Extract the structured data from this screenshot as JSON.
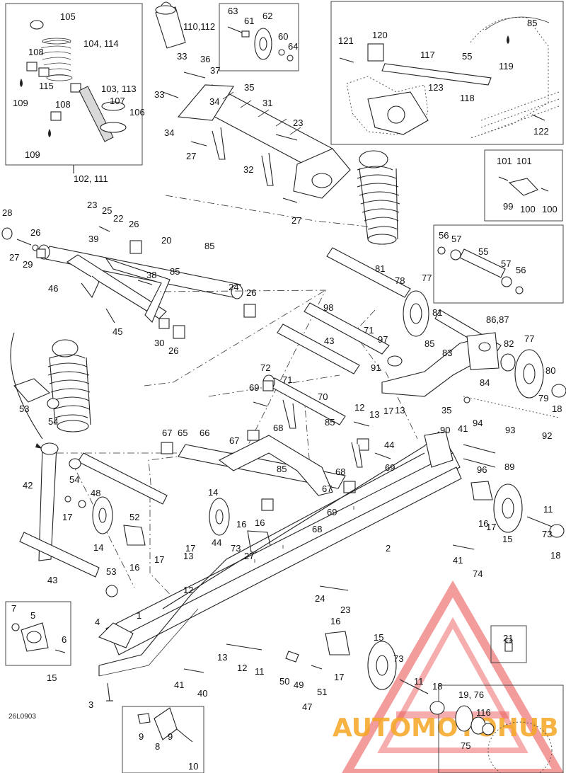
{
  "diagram_code": "26L0903",
  "watermark": {
    "text": "AUTOMOTOHUB",
    "color_red": "#e84a4a",
    "color_orange": "#f5a623"
  },
  "callouts": {
    "top_left_box": [
      "105",
      "104, 114",
      "108",
      "115",
      "109",
      "103, 113",
      "107",
      "106",
      "108",
      "109"
    ],
    "top_left_caption": "102, 111",
    "top_center": [
      "110,112",
      "63",
      "61",
      "62",
      "60",
      "64",
      "33",
      "36",
      "37",
      "35",
      "33",
      "34",
      "31",
      "23",
      "34",
      "27",
      "32",
      "27"
    ],
    "top_right_box": [
      "121",
      "120",
      "117",
      "55",
      "119",
      "85",
      "123",
      "118",
      "122"
    ],
    "small_box_right": [
      "101",
      "101",
      "99",
      "100",
      "100"
    ],
    "rear_arm": [
      "28",
      "23",
      "25",
      "22",
      "26",
      "26",
      "27",
      "29",
      "39",
      "20",
      "85",
      "38",
      "85",
      "46",
      "24",
      "26",
      "45",
      "30",
      "26"
    ],
    "idler_box": [
      "56",
      "57",
      "55",
      "57",
      "56"
    ],
    "wheels": [
      "81",
      "78",
      "77",
      "98",
      "81",
      "86,87",
      "71",
      "97",
      "43",
      "85",
      "91",
      "83",
      "82",
      "77",
      "80",
      "84",
      "79",
      "18",
      "35",
      "94",
      "93",
      "92"
    ],
    "mid": [
      "72",
      "71",
      "69",
      "70",
      "68",
      "12",
      "13",
      "17",
      "13",
      "67",
      "65",
      "66",
      "67",
      "85",
      "85",
      "44",
      "68",
      "69",
      "90",
      "41",
      "96",
      "89"
    ],
    "left_lower": [
      "53",
      "54",
      "42",
      "54",
      "48",
      "17",
      "52",
      "14",
      "14",
      "16",
      "17",
      "16",
      "67",
      "69",
      "68"
    ],
    "lower_center": [
      "17",
      "44",
      "73",
      "13",
      "27",
      "12",
      "16",
      "24",
      "23",
      "2",
      "41",
      "74",
      "11",
      "73",
      "15",
      "16",
      "17",
      "18"
    ],
    "bottom": [
      "43",
      "53",
      "1",
      "4",
      "7",
      "5",
      "6",
      "15",
      "3",
      "41",
      "40",
      "13",
      "12",
      "11",
      "50",
      "49",
      "51",
      "47",
      "16",
      "17",
      "15",
      "73",
      "11",
      "18",
      "21",
      "19, 76",
      "116",
      "75",
      "9",
      "8",
      "9",
      "10"
    ]
  }
}
